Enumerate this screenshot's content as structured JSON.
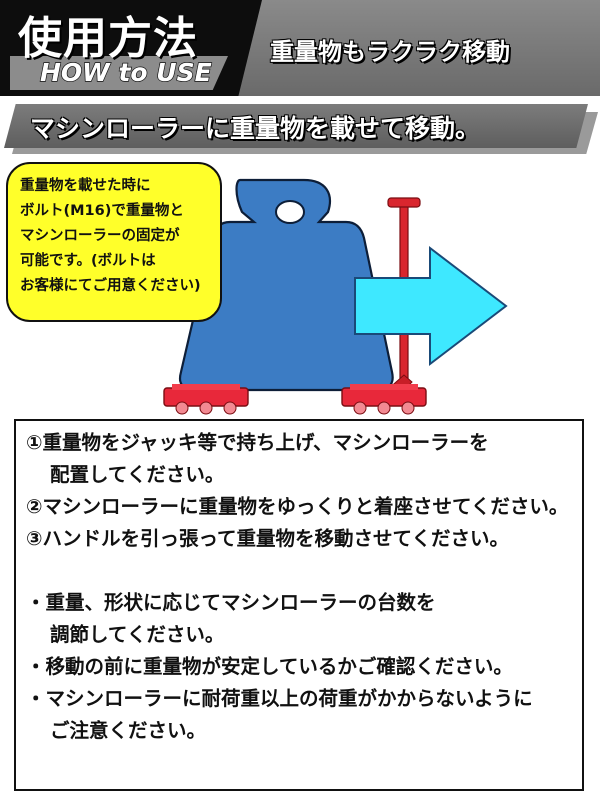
{
  "header": {
    "title": "使用方法",
    "subtitle": "HOW to USE",
    "tagline": "重量物もラクラク移動"
  },
  "banner": {
    "text": "マシンローラーに重量物を載せて移動。"
  },
  "callout": {
    "lines": [
      "重量物を載せた時に",
      "ボルト(M16)で重量物と",
      "マシンローラーの固定が",
      "可能です。(ボルトは",
      "お客様にてご用意ください)"
    ]
  },
  "instructions": {
    "steps": [
      "①重量物をジャッキ等で持ち上げ、マシンローラーを",
      "配置してください。",
      "②マシンローラーに重量物をゆっくりと着座させてください。",
      "③ハンドルを引っ張って重量物を移動させてください。"
    ],
    "notes": [
      "・重量、形状に応じてマシンローラーの台数を",
      "調節してください。",
      "・移動の前に重量物が安定しているかご確認ください。",
      "・マシンローラーに耐荷重以上の荷重がかからないように",
      "ご注意ください。"
    ]
  },
  "colors": {
    "weight_fill": "#3c7cc4",
    "arrow_fill": "#3ee8ff",
    "roller_red": "#e8283a",
    "callout_yellow": "#ffff2a"
  }
}
